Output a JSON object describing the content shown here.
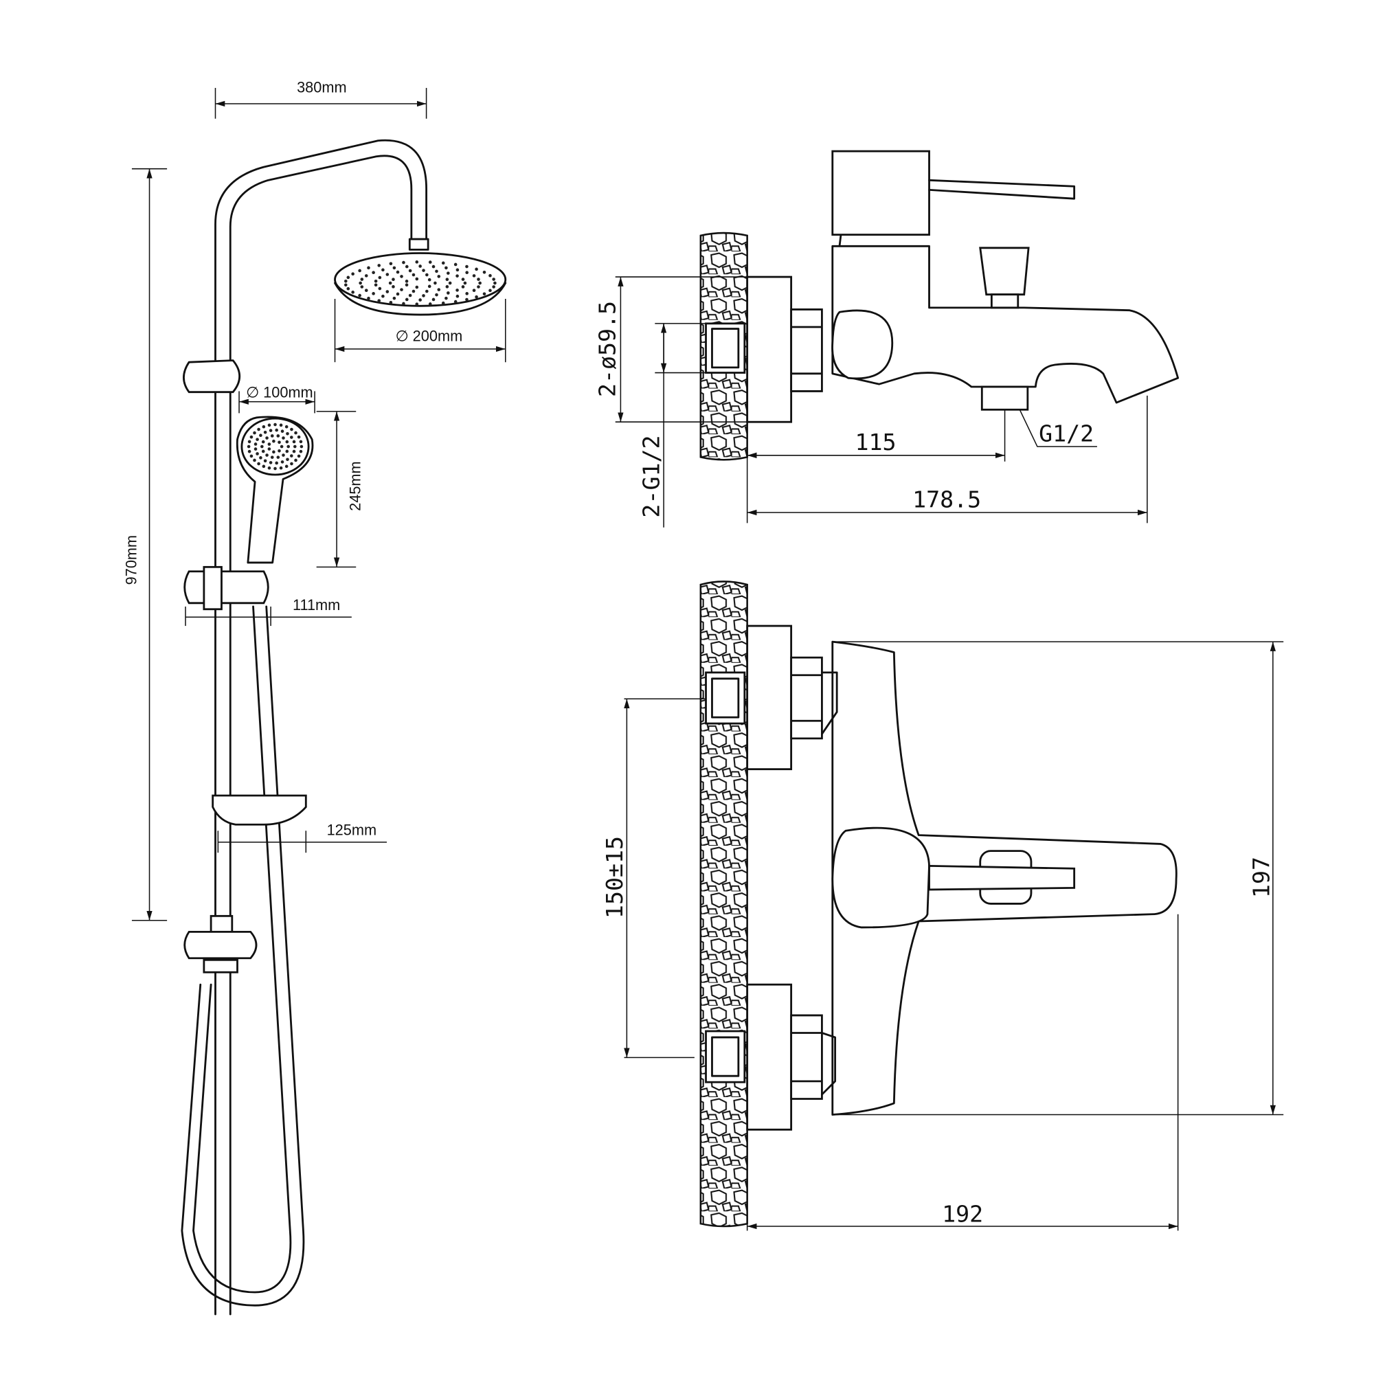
{
  "shower_dimensions": {
    "arm_width": "380mm",
    "head_diameter": "∅ 200mm",
    "hand_diameter": "∅ 100mm",
    "hand_length": "245mm",
    "total_height": "970mm",
    "holder_offset": "111mm",
    "soap_dish": "125mm"
  },
  "faucet_side_dimensions": {
    "flange_diameter": "2-ø59.5",
    "inlet_thread": "2-G1/2",
    "outlet_distance": "115",
    "outlet_thread": "G1/2",
    "spout_length": "178.5"
  },
  "faucet_front_dimensions": {
    "inlet_spacing": "150±15",
    "height": "197",
    "depth": "192"
  }
}
